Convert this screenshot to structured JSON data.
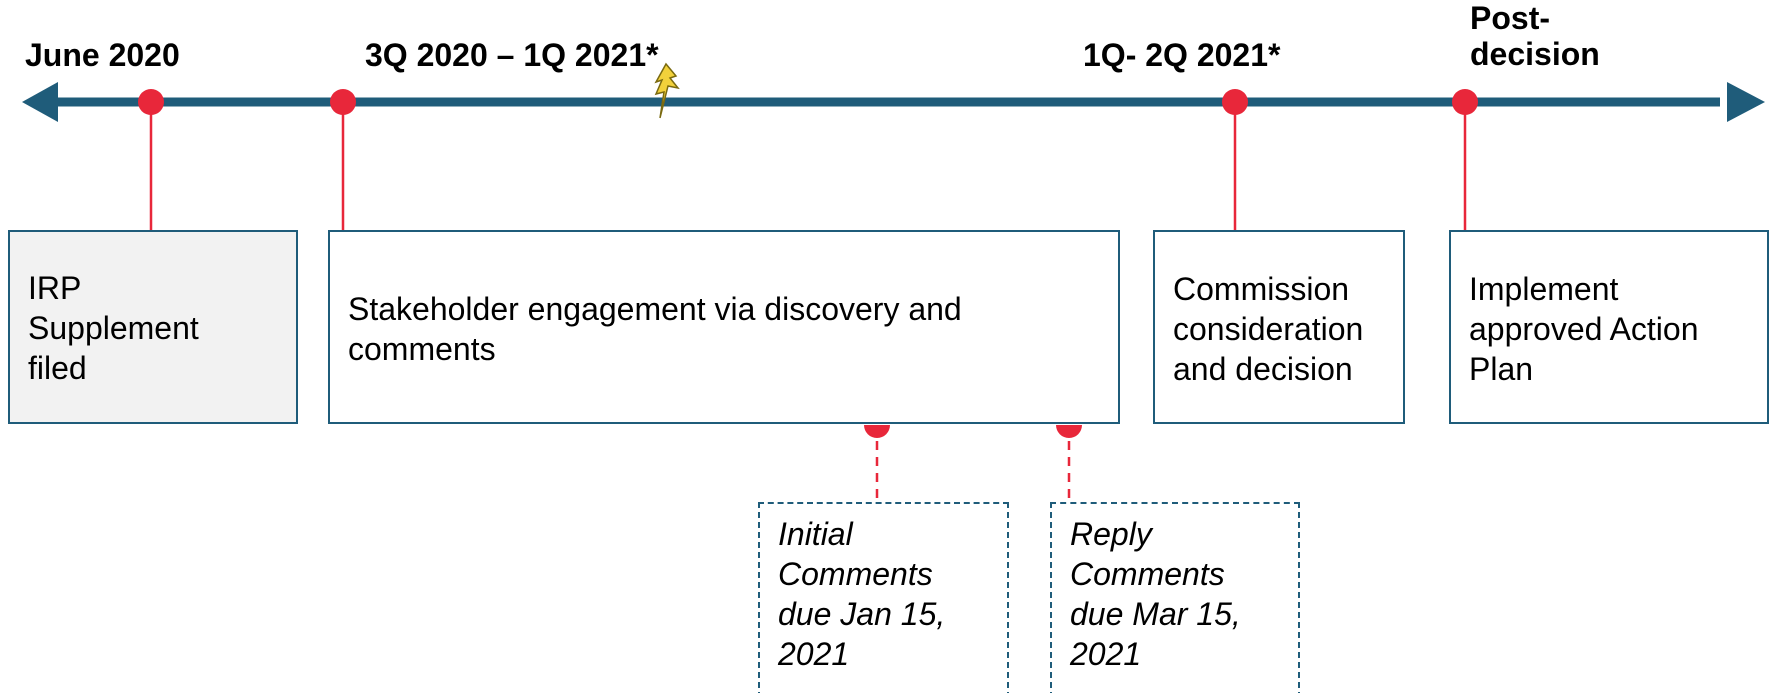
{
  "colors": {
    "timeline": "#1f5c7a",
    "marker": "#e8273a",
    "box_border": "#1f5c7a",
    "shaded_box": "#f2f2f2",
    "lightning": "#f2d13b"
  },
  "icons": [
    "lightning-bolt-icon",
    "arrow-left-icon",
    "arrow-right-icon"
  ],
  "milestones": [
    {
      "date": "June 2020",
      "box": "IRP\nSupplement\nfiled",
      "shaded": true
    },
    {
      "date": "3Q 2020 – 1Q 2021*",
      "box": "Stakeholder engagement via discovery and\ncomments",
      "shaded": false
    },
    {
      "date": "1Q- 2Q 2021*",
      "box": "Commission\nconsideration\nand decision",
      "shaded": false
    },
    {
      "date": "Post-\ndecision",
      "box": "Implement\napproved Action\nPlan",
      "shaded": false
    }
  ],
  "sub_milestones": [
    {
      "text": "Initial\nComments\ndue Jan 15,\n2021"
    },
    {
      "text": "Reply\nComments\ndue Mar 15,\n2021"
    }
  ]
}
